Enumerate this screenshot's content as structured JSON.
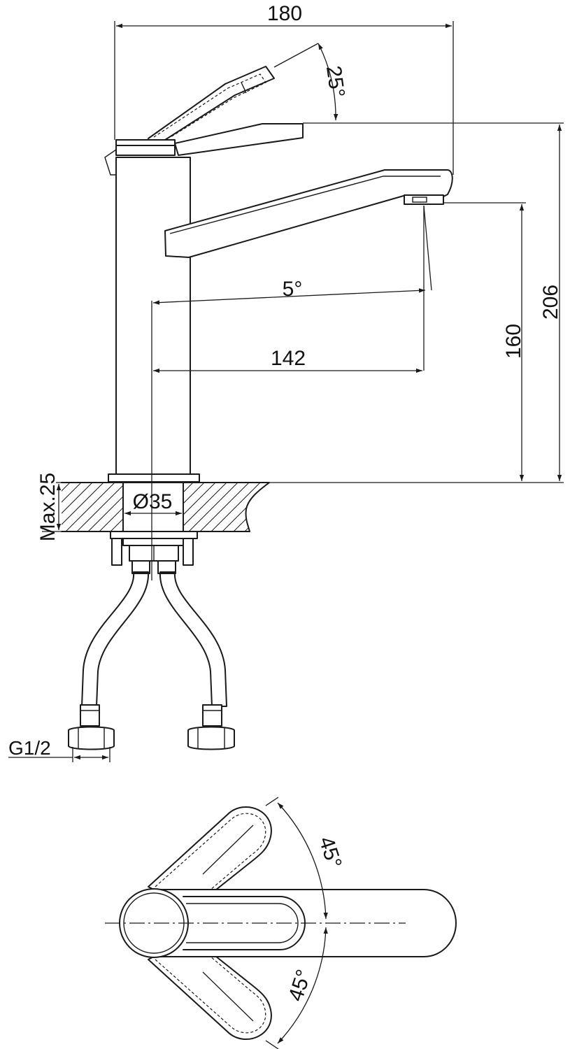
{
  "colors": {
    "line": "#1a1a1a",
    "background": "#ffffff"
  },
  "dimensions": {
    "overall_width": "180",
    "handle_angle": "25°",
    "overall_height": "206",
    "outlet_height": "160",
    "spout_angle": "5°",
    "spout_reach": "142",
    "hole_diameter": "Ø35",
    "max_thickness": "Max.25",
    "connection": "G1/2",
    "rotation_upper": "45°",
    "rotation_lower": "45°"
  }
}
